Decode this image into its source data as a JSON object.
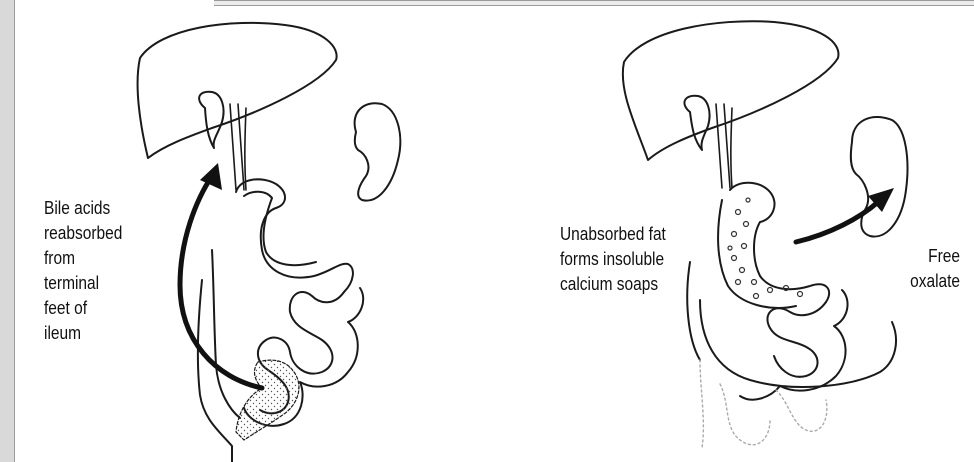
{
  "labels": {
    "left": [
      "Bile acids",
      "reabsorbed",
      "from",
      "terminal",
      "feet of",
      "ileum"
    ],
    "middle": [
      "Unabsorbed fat",
      "forms insoluble",
      "calcium soaps"
    ],
    "right_free": "Free",
    "right_oxalate": "oxalate"
  },
  "colors": {
    "line": "#1a1a1a",
    "arrow": "#111111",
    "dots": "#555555",
    "frame_bg": "#ffffff",
    "page_bg": "#d9d9d9"
  }
}
